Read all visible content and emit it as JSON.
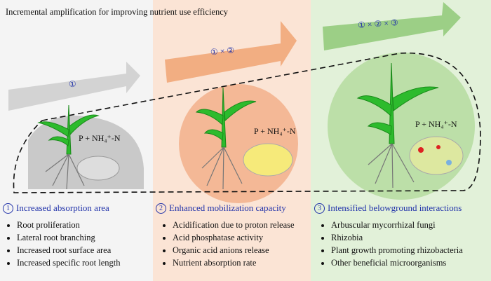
{
  "title": "Incremental amplification for improving nutrient use efficiency",
  "arrows": [
    {
      "label": "①"
    },
    {
      "label": "① × ②"
    },
    {
      "label": "① × ② × ③"
    }
  ],
  "nutrient_label": "P + NH₄⁺-N",
  "panels": [
    {
      "num": "1",
      "heading": "Increased absorption area",
      "items": [
        "Root proliferation",
        "Lateral root branching",
        "Increased root surface area",
        "Increased specific root length"
      ],
      "bg": "#f4f4f4"
    },
    {
      "num": "2",
      "heading": "Enhanced mobilization capacity",
      "items": [
        "Acidification due to proton release",
        "Acid phosphatase activity",
        "Organic acid anions release",
        "Nutrient absorption rate"
      ],
      "bg": "#fbe4d5"
    },
    {
      "num": "3",
      "heading": "Intensified belowground interactions",
      "items": [
        "Arbuscular mycorrhizal fungi",
        "Rhizobia",
        "Plant growth promoting rhizobacteria",
        "Other beneficial microorganisms"
      ],
      "bg": "#e2f1d9"
    }
  ]
}
